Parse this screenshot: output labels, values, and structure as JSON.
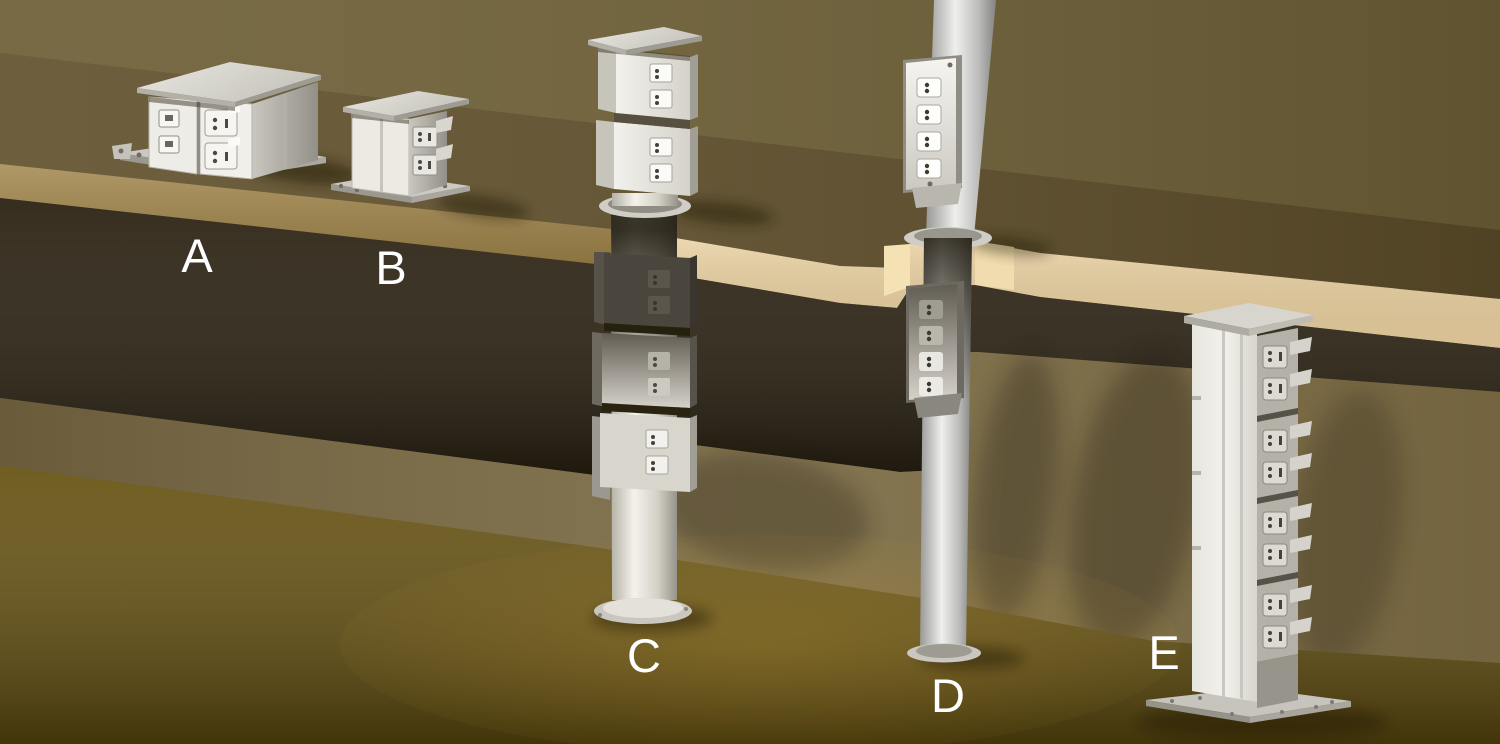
{
  "labels": [
    {
      "id": "A",
      "text": "A"
    },
    {
      "id": "B",
      "text": "B"
    },
    {
      "id": "C",
      "text": "C"
    },
    {
      "id": "D",
      "text": "D"
    },
    {
      "id": "E",
      "text": "E"
    }
  ],
  "colors": {
    "wall_upper": "#6f6138",
    "counter_top": "#5f4f2a",
    "counter_edge_tan": "#a1854a",
    "cut_edge_cream": "#ebd1a0",
    "under_counter_dark": "#2b2212",
    "lower_wall": "#7b6b44",
    "floor": "#64500f",
    "label_text": "#ffffff",
    "unit_white": "#edece6",
    "unit_metal_gray": "#b3b1a8"
  }
}
